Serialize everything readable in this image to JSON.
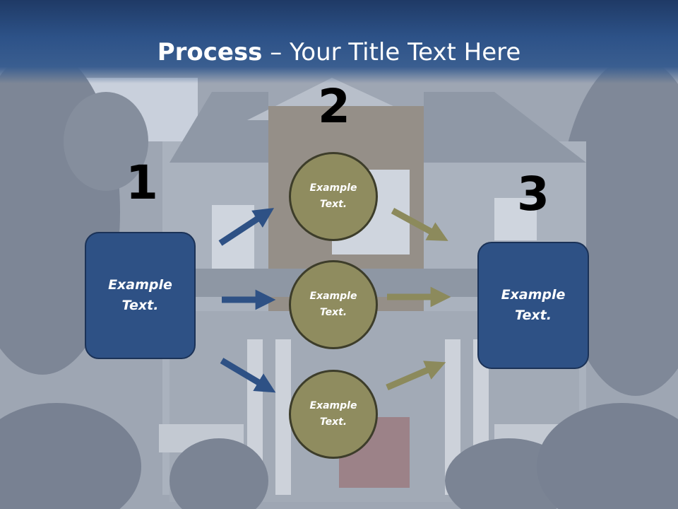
{
  "title": {
    "bold": "Process",
    "rest": " – Your Title Text Here"
  },
  "steps": [
    {
      "number": "1",
      "text": "Example\nText."
    },
    {
      "number": "2"
    },
    {
      "number": "3",
      "text": "Example\nText."
    }
  ],
  "circles": [
    {
      "text": "Example\nText."
    },
    {
      "text": "Example\nText."
    },
    {
      "text": "Example\nText."
    }
  ],
  "colors": {
    "header": "#2d5288",
    "box_fill": "#2e5185",
    "circle_fill": "#8f8c5f",
    "arrow_blue": "#2e5185",
    "arrow_olive": "#8c8a5c"
  }
}
